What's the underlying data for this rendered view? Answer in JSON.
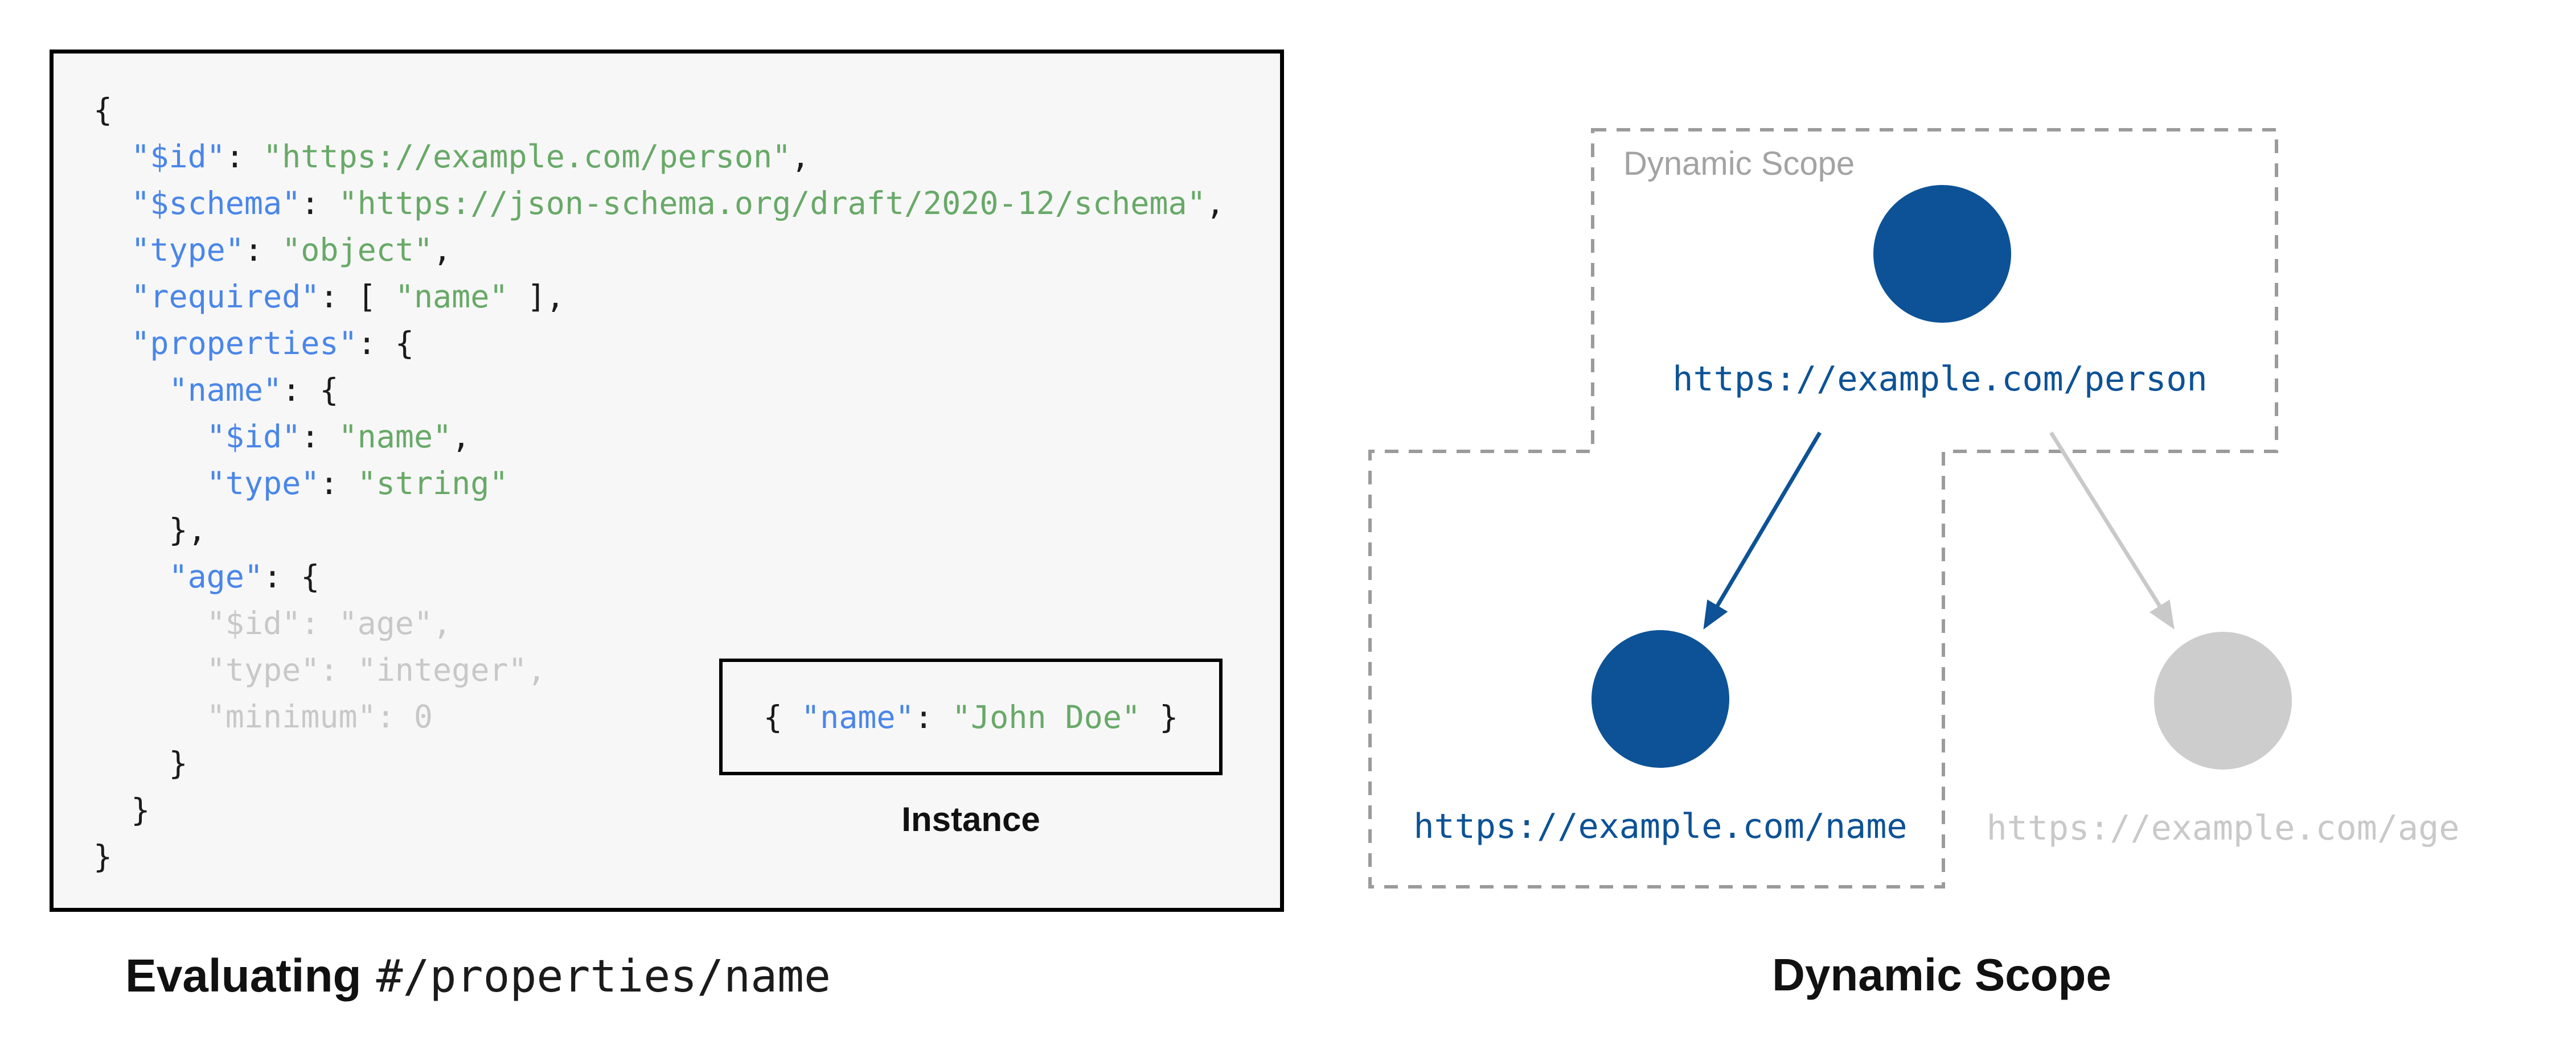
{
  "colors": {
    "key_blue": "#4a86e8",
    "string_green": "#68a968",
    "plain_text": "#1b1b1b",
    "dim_gray": "#c8c8c8",
    "node_blue": "#0d5296",
    "node_gray": "#cdcdcd",
    "gray_text": "#c9c9c9",
    "dash_gray": "#9b9b9b",
    "scope_label_gray": "#a3a3a3",
    "code_bg": "#f7f7f7",
    "box_border": "#000000"
  },
  "schema_panel": {
    "code_lines": [
      [
        {
          "t": "{",
          "c": "plain"
        }
      ],
      [
        {
          "t": "  ",
          "c": "plain"
        },
        {
          "t": "\"$id\"",
          "c": "key"
        },
        {
          "t": ": ",
          "c": "plain"
        },
        {
          "t": "\"https://example.com/person\"",
          "c": "str"
        },
        {
          "t": ",",
          "c": "plain"
        }
      ],
      [
        {
          "t": "  ",
          "c": "plain"
        },
        {
          "t": "\"$schema\"",
          "c": "key"
        },
        {
          "t": ": ",
          "c": "plain"
        },
        {
          "t": "\"https://json-schema.org/draft/2020-12/schema\"",
          "c": "str"
        },
        {
          "t": ",",
          "c": "plain"
        }
      ],
      [
        {
          "t": "  ",
          "c": "plain"
        },
        {
          "t": "\"type\"",
          "c": "key"
        },
        {
          "t": ": ",
          "c": "plain"
        },
        {
          "t": "\"object\"",
          "c": "str"
        },
        {
          "t": ",",
          "c": "plain"
        }
      ],
      [
        {
          "t": "  ",
          "c": "plain"
        },
        {
          "t": "\"required\"",
          "c": "key"
        },
        {
          "t": ": [ ",
          "c": "plain"
        },
        {
          "t": "\"name\"",
          "c": "str"
        },
        {
          "t": " ],",
          "c": "plain"
        }
      ],
      [
        {
          "t": "  ",
          "c": "plain"
        },
        {
          "t": "\"properties\"",
          "c": "key"
        },
        {
          "t": ": {",
          "c": "plain"
        }
      ],
      [
        {
          "t": "    ",
          "c": "plain"
        },
        {
          "t": "\"name\"",
          "c": "key"
        },
        {
          "t": ": {",
          "c": "plain"
        }
      ],
      [
        {
          "t": "      ",
          "c": "plain"
        },
        {
          "t": "\"$id\"",
          "c": "key"
        },
        {
          "t": ": ",
          "c": "plain"
        },
        {
          "t": "\"name\"",
          "c": "str"
        },
        {
          "t": ",",
          "c": "plain"
        }
      ],
      [
        {
          "t": "      ",
          "c": "plain"
        },
        {
          "t": "\"type\"",
          "c": "key"
        },
        {
          "t": ": ",
          "c": "plain"
        },
        {
          "t": "\"string\"",
          "c": "str"
        }
      ],
      [
        {
          "t": "    },",
          "c": "plain"
        }
      ],
      [
        {
          "t": "    ",
          "c": "plain"
        },
        {
          "t": "\"age\"",
          "c": "key"
        },
        {
          "t": ": {",
          "c": "plain"
        }
      ],
      [
        {
          "t": "      \"$id\": \"age\",",
          "c": "dim"
        }
      ],
      [
        {
          "t": "      \"type\": \"integer\",",
          "c": "dim"
        }
      ],
      [
        {
          "t": "      \"minimum\": 0",
          "c": "dim"
        }
      ],
      [
        {
          "t": "    }",
          "c": "plain"
        }
      ],
      [
        {
          "t": "  }",
          "c": "plain"
        }
      ],
      [
        {
          "t": "}",
          "c": "plain"
        }
      ]
    ],
    "instance": {
      "lines": [
        [
          {
            "t": "{ ",
            "c": "plain"
          },
          {
            "t": "\"name\"",
            "c": "key"
          },
          {
            "t": ": ",
            "c": "plain"
          },
          {
            "t": "\"John Doe\"",
            "c": "str"
          },
          {
            "t": " }",
            "c": "plain"
          }
        ]
      ],
      "label": "Instance"
    },
    "caption": {
      "bold": "Evaluating",
      "pointer": "#/properties/name"
    }
  },
  "scope_diagram": {
    "scope_label": "Dynamic Scope",
    "title": "Dynamic Scope",
    "nodes": [
      {
        "id": "person",
        "url": "https://example.com/person",
        "state": "in-scope"
      },
      {
        "id": "name",
        "url": "https://example.com/name",
        "state": "in-scope"
      },
      {
        "id": "age",
        "url": "https://example.com/age",
        "state": "out-of-scope"
      }
    ]
  }
}
